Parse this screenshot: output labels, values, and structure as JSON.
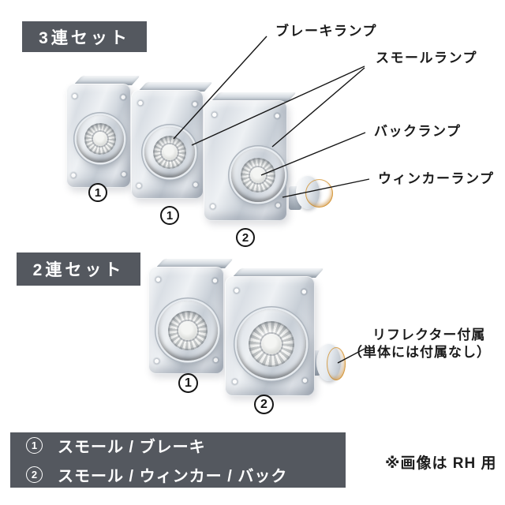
{
  "colors": {
    "panel_bg": "#54585f",
    "panel_text": "#ffffff",
    "callout_text": "#1b1b1b",
    "lens_ring_red": "#7c1826",
    "reflector_amber": "#f6a51f",
    "chrome_light": "#eef1f4",
    "chrome_dark": "#b0b8c2"
  },
  "set3": {
    "label": "3連セット",
    "badges": [
      "1",
      "1",
      "2"
    ]
  },
  "set2": {
    "label": "2連セット",
    "badges": [
      "1",
      "2"
    ]
  },
  "callouts": {
    "brake": "ブレーキランプ",
    "small": "スモールランプ",
    "back": "バックランプ",
    "winker": "ウィンカーランプ",
    "reflector": "リフレクター付属",
    "reflector_sub": "（単体には付属なし）"
  },
  "legend": {
    "rows": [
      {
        "badge": "1",
        "text": "スモール / ブレーキ"
      },
      {
        "badge": "2",
        "text": "スモール / ウィンカー / バック"
      }
    ]
  },
  "note": "※画像は RH 用"
}
